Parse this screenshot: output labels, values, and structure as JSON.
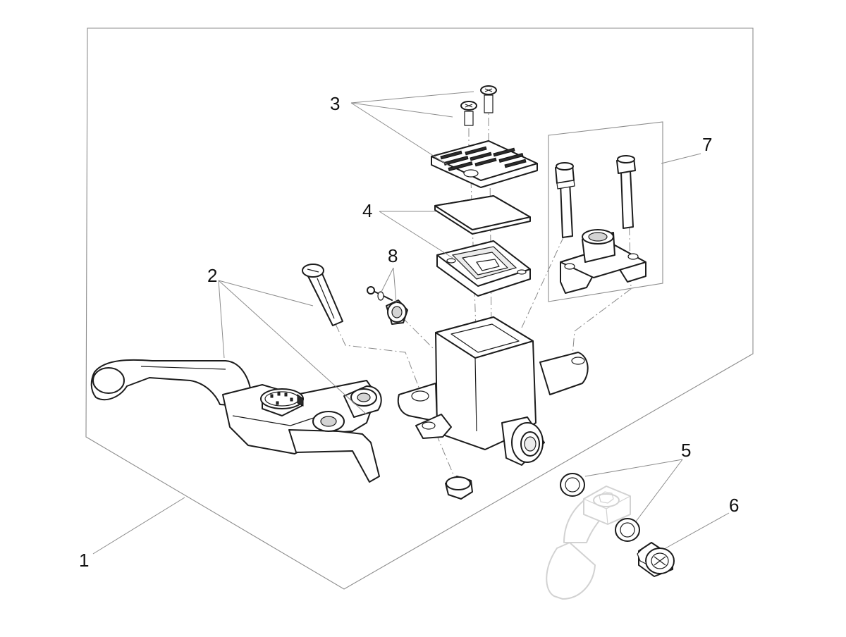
{
  "callouts": [
    {
      "id": "1",
      "text": "1"
    },
    {
      "id": "2",
      "text": "2"
    },
    {
      "id": "3",
      "text": "3"
    },
    {
      "id": "4",
      "text": "4"
    },
    {
      "id": "5",
      "text": "5"
    },
    {
      "id": "6",
      "text": "6"
    },
    {
      "id": "7",
      "text": "7"
    },
    {
      "id": "8",
      "text": "8"
    }
  ],
  "colors": {
    "line": "#1c1c1c",
    "leader": "#8c8c8c",
    "shade": "#d4d4d4",
    "ghost": "#d2d2d2",
    "background": "#ffffff"
  }
}
